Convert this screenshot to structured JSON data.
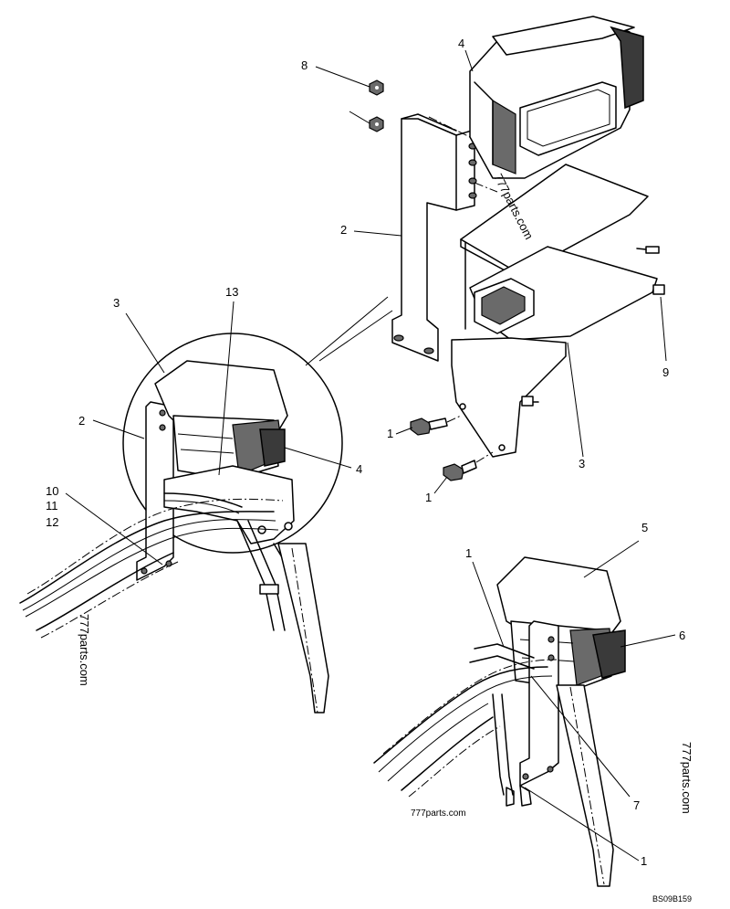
{
  "callouts": {
    "c4_top": "4",
    "c8": "8",
    "c2_top": "2",
    "c9": "9",
    "c3_right": "3",
    "c1_a": "1",
    "c1_b": "1",
    "c3_left": "3",
    "c13": "13",
    "c2_left": "2",
    "c4_left": "4",
    "c10": "10",
    "c11": "11",
    "c12": "12",
    "c5": "5",
    "c1_c": "1",
    "c6": "6",
    "c7": "7",
    "c1_d": "1"
  },
  "watermarks": {
    "w1": "777parts.com",
    "w2": "777parts.com",
    "w3": "777parts.com",
    "w4": "777parts.com"
  },
  "figure_code": "BS09B159"
}
